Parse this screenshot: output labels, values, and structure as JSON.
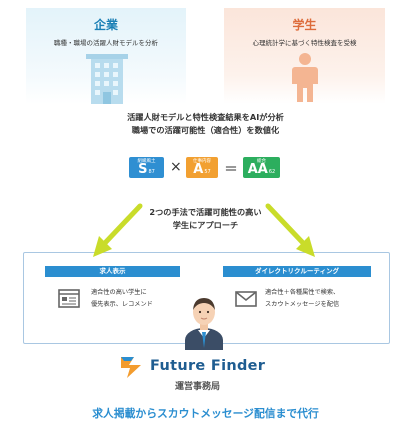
{
  "company": {
    "title": "企業",
    "subtitle": "職種・職場の活躍人財モデルを分析"
  },
  "student": {
    "title": "学生",
    "subtitle": "心理統計学に基づく特性検査を受検"
  },
  "analysis": {
    "line1": "活躍人財モデルと特性検査結果をAIが分析",
    "line2": "職場での活躍可能性（適合性）を数値化"
  },
  "scores": [
    {
      "label": "組織風土",
      "grade": "S",
      "value": "87",
      "color": "#2f8fd2"
    },
    {
      "label": "仕事内容",
      "grade": "A",
      "value": "57",
      "color": "#f2a031"
    },
    {
      "label": "総合",
      "grade": "AA",
      "value": "62",
      "color": "#2cae5e"
    }
  ],
  "operators": {
    "times": "×",
    "equals": "＝"
  },
  "approach": {
    "line1": "2つの手法で活躍可能性の高い",
    "line2": "学生にアプローチ"
  },
  "job_posting": {
    "header": "求人表示",
    "line1": "適合性の高い学生に",
    "line2": "優先表示、レコメンド"
  },
  "direct_recruiting": {
    "header": "ダイレクトリクルーティング",
    "line1": "適合性＋各種属性で検索、",
    "line2": "スカウトメッセージを配信"
  },
  "brand": {
    "name": "Future Finder",
    "office": "運営事務局"
  },
  "tagline": "求人掲載からスカウトメッセージ配信まで代行",
  "colors": {
    "blue": "#2b8ed0",
    "orange": "#dd6b3a",
    "arrow": "#c9dc2a",
    "green": "#2cae5e"
  }
}
